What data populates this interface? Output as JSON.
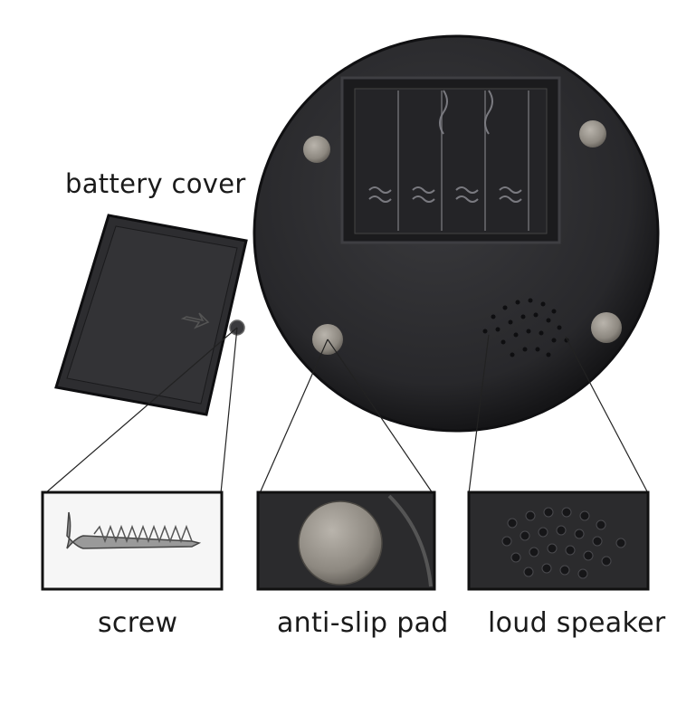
{
  "labels": {
    "battery_cover": "battery cover",
    "screw": "screw",
    "anti_slip_pad": "anti-slip pad",
    "loud_speaker": "loud speaker"
  },
  "colors": {
    "body": "#2b2b2d",
    "body_edge": "#161618",
    "pad": "#8f8a82",
    "background": "#ffffff"
  }
}
